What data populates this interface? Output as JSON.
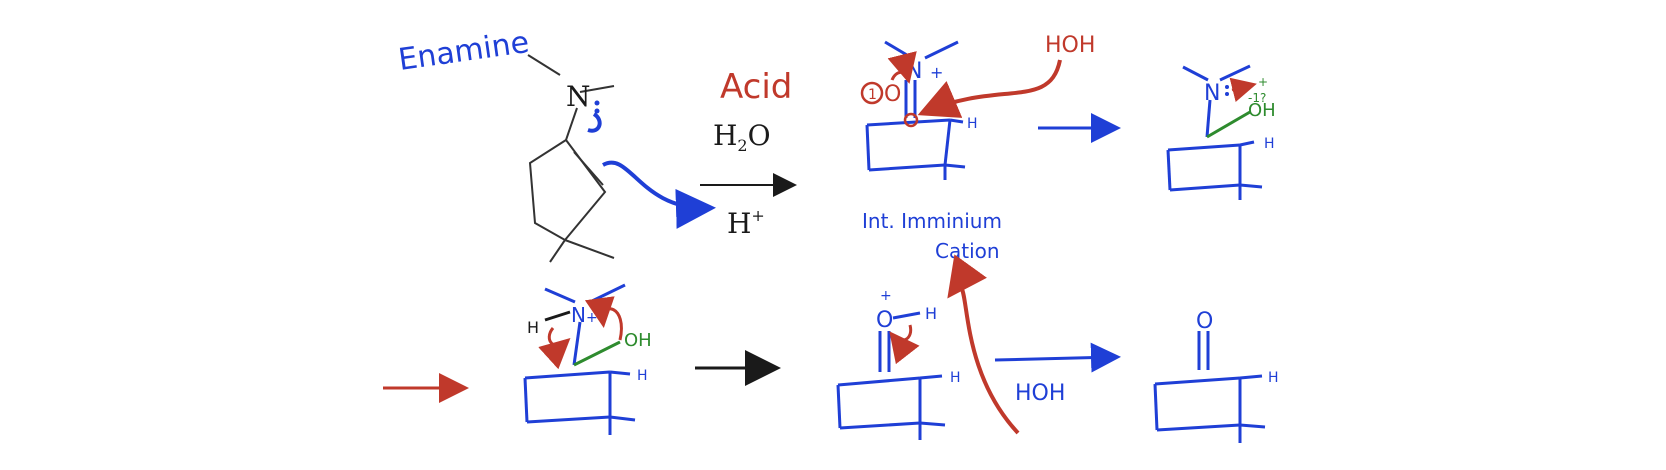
{
  "colors": {
    "blue": "#1f3fd6",
    "red": "#c0392b",
    "green": "#2e8b2e",
    "black": "#1a1a1a",
    "gray": "#333333"
  },
  "labels": {
    "title": "Enamine",
    "acid": "Acid",
    "reagent_water": "H",
    "reagent_water_sub": "2",
    "reagent_water_o": "O",
    "reagent_proton": "H",
    "reagent_proton_sup": "+",
    "water_top": "HOH",
    "water_bottom": "HOH",
    "intermediate_line1": "Int. Imminium",
    "intermediate_line2": "Cation"
  },
  "atoms": {
    "enamine_N": "N",
    "iminium_N": "N",
    "iminium_plus": "+",
    "circled_one": "1",
    "oxygen_attack": "O",
    "step2_N": "N",
    "step2_charge_top": "+",
    "step2_charge_bottom": "-1?",
    "step2_OH": "OH",
    "step2_H": "H",
    "iminium_H": "H",
    "step3_H_left": "H",
    "step3_N": "N",
    "step3_plus": "+",
    "step3_OH": "OH",
    "step3_H": "H",
    "step4_O": "O",
    "step4_plus": "+",
    "step4_H_on_O": "H",
    "step4_H": "H",
    "product_O": "O",
    "product_H": "H"
  }
}
